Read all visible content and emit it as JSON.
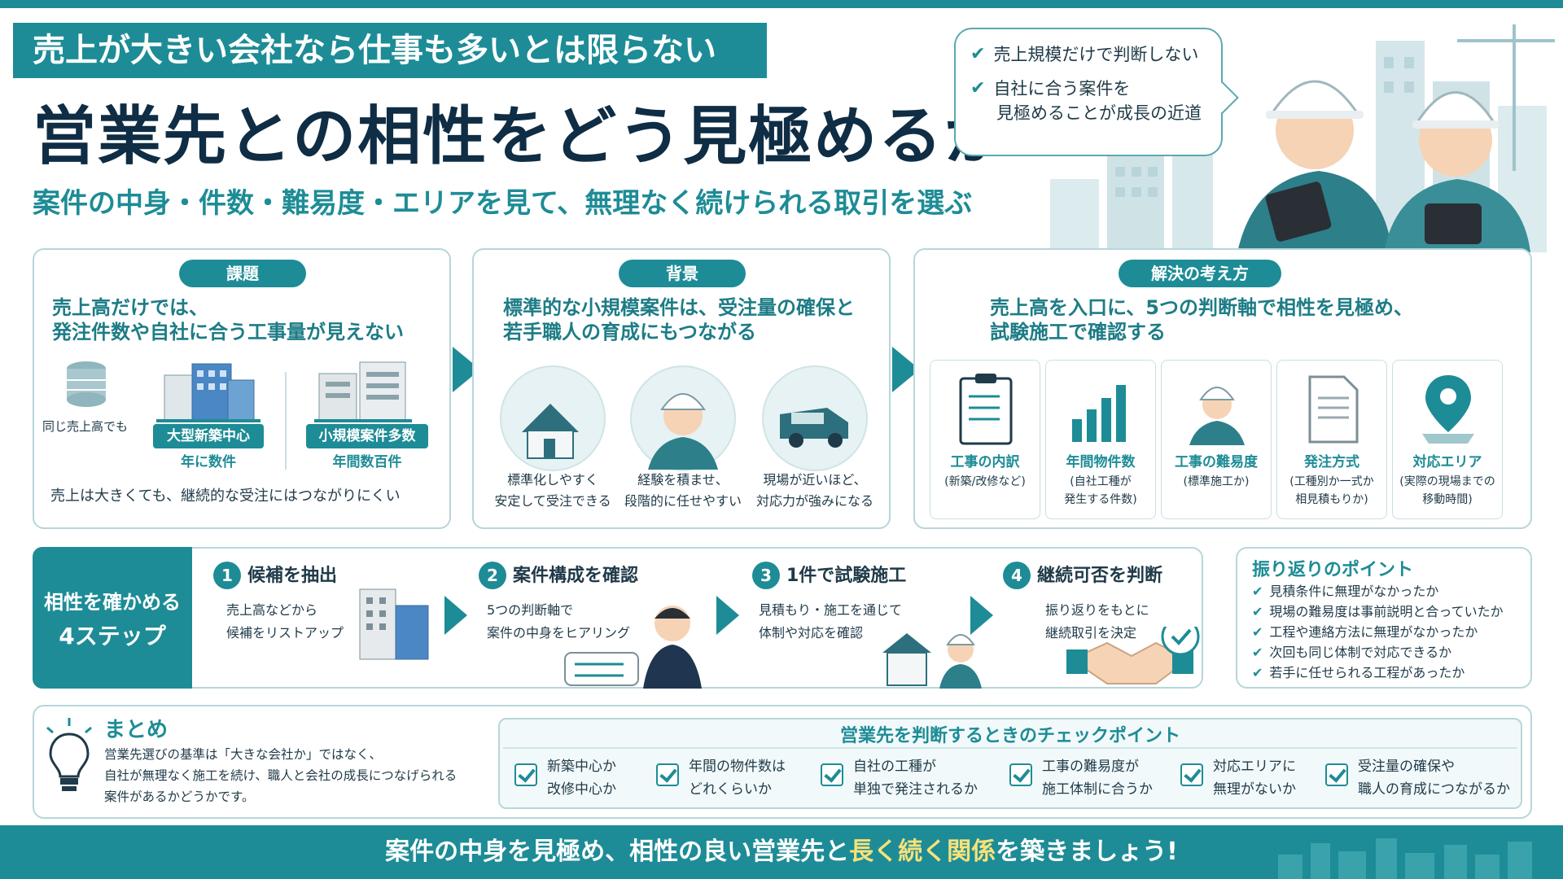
{
  "hero": {
    "tag": "売上が大きい会社なら仕事も多いとは限らない",
    "title": "営業先との相性をどう見極めるか",
    "subtitle": "案件の中身・件数・難易度・エリアを見て、無理なく続けられる取引を選ぶ",
    "bubble": [
      "売上規模だけで判断しない",
      "自社に合う案件を",
      "見極めることが成長の近道"
    ]
  },
  "issue": {
    "pill": "課題",
    "title_l1": "売上高だけでは、",
    "title_l2": "発注件数や自社に合う工事量が見えない",
    "same_sales": "同じ売上高でも",
    "big_label": "大型新築中心",
    "big_sub": "年に数件",
    "small_label": "小規模案件多数",
    "small_sub": "年間数百件",
    "conclusion": "売上は大きくても、継続的な受注にはつながりにくい"
  },
  "background": {
    "pill": "背景",
    "title_l1": "標準的な小規模案件は、受注量の確保と",
    "title_l2": "若手職人の育成にもつながる",
    "items": [
      {
        "l1": "標準化しやすく",
        "l2": "安定して受注できる"
      },
      {
        "l1": "経験を積ませ、",
        "l2": "段階的に任せやすい"
      },
      {
        "l1": "現場が近いほど、",
        "l2": "対応力が強みになる"
      }
    ]
  },
  "solution": {
    "pill": "解決の考え方",
    "title_l1": "売上高を入口に、5つの判断軸で相性を見極め、",
    "title_l2": "試験施工で確認する",
    "axes": [
      {
        "title": "工事の内訳",
        "l1": "(新築/改修など)",
        "l2": ""
      },
      {
        "title": "年間物件数",
        "l1": "(自社工種が",
        "l2": "発生する件数)"
      },
      {
        "title": "工事の難易度",
        "l1": "(標準施工か)",
        "l2": ""
      },
      {
        "title": "発注方式",
        "l1": "(工種別か一式か",
        "l2": "相見積もりか)"
      },
      {
        "title": "対応エリア",
        "l1": "(実際の現場までの",
        "l2": "移動時間)"
      }
    ]
  },
  "steps": {
    "label_l1": "相性を確かめる",
    "label_l2": "4ステップ",
    "items": [
      {
        "num": "1",
        "title": "候補を抽出",
        "l1": "売上高などから",
        "l2": "候補をリストアップ"
      },
      {
        "num": "2",
        "title": "案件構成を確認",
        "l1": "5つの判断軸で",
        "l2": "案件の中身をヒアリング"
      },
      {
        "num": "3",
        "title": "1件で試験施工",
        "l1": "見積もり・施工を通じて",
        "l2": "体制や対応を確認"
      },
      {
        "num": "4",
        "title": "継続可否を判断",
        "l1": "振り返りをもとに",
        "l2": "継続取引を決定"
      }
    ]
  },
  "review": {
    "title": "振り返りのポイント",
    "items": [
      "見積条件に無理がなかったか",
      "現場の難易度は事前説明と合っていたか",
      "工程や連絡方法に無理がなかったか",
      "次回も同じ体制で対応できるか",
      "若手に任せられる工程があったか"
    ]
  },
  "summary": {
    "title": "まとめ",
    "l1": "営業先選びの基準は「大きな会社か」ではなく、",
    "l2": "自社が無理なく施工を続け、職人と会社の成長につなげられる",
    "l3": "案件があるかどうかです。"
  },
  "checkpoints": {
    "title": "営業先を判断するときのチェックポイント",
    "items": [
      {
        "l1": "新築中心か",
        "l2": "改修中心か"
      },
      {
        "l1": "年間の物件数は",
        "l2": "どれくらいか"
      },
      {
        "l1": "自社の工種が",
        "l2": "単独で発注されるか"
      },
      {
        "l1": "工事の難易度が",
        "l2": "施工体制に合うか"
      },
      {
        "l1": "対応エリアに",
        "l2": "無理がないか"
      },
      {
        "l1": "受注量の確保や",
        "l2": "職人の育成につながるか"
      }
    ]
  },
  "footer": {
    "pre": "案件の中身を見極め、相性の良い営業先と",
    "highlight": "長く続く関係",
    "post": "を築きましょう!"
  },
  "colors": {
    "primary": "#1d8c96",
    "navy": "#0f2d44",
    "highlight": "#f6e27a"
  }
}
